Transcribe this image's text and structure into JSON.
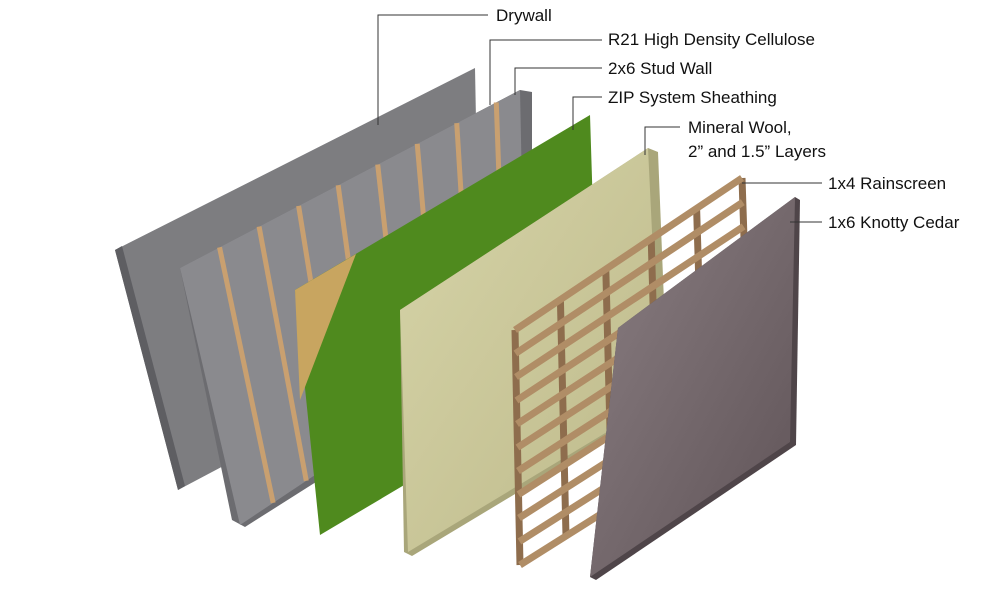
{
  "title": "Wall assembly exploded diagram",
  "labels": {
    "drywall": "Drywall",
    "cellulose": "R21 High Density Cellulose",
    "stud_wall": "2x6 Stud Wall",
    "zip": "ZIP System Sheathing",
    "mineral_wool_1": "Mineral Wool,",
    "mineral_wool_2": "2” and 1.5” Layers",
    "rainscreen": "1x4 Rainscreen",
    "cedar": "1x6 Knotty Cedar"
  },
  "colors": {
    "drywall": "#7d7d80",
    "cellulose": "#8a8a8e",
    "stud": "#c9a070",
    "zip": "#4f8a1e",
    "osb": "#c8a560",
    "mineral_wool": "#c9c79a",
    "rainscreen": "#a88560",
    "cedar": "#6e6266"
  }
}
